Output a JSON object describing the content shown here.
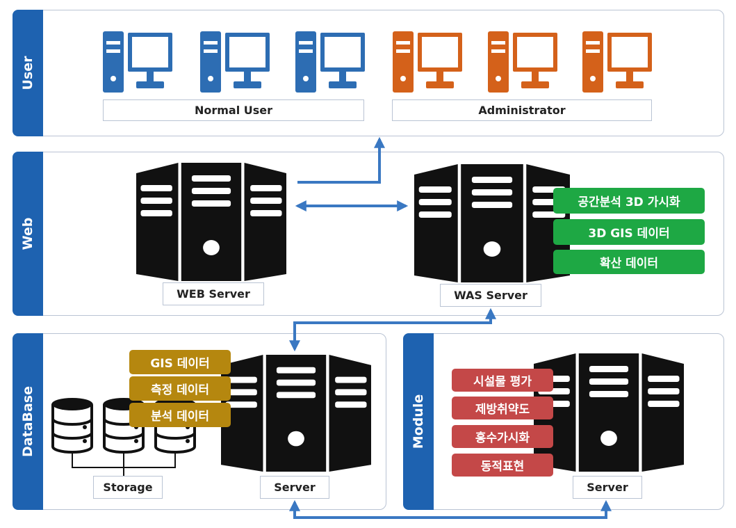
{
  "layers": {
    "user": "User",
    "web": "Web",
    "database": "DataBase",
    "module": "Module"
  },
  "user": {
    "normal_label": "Normal User",
    "admin_label": "Administrator"
  },
  "web": {
    "web_server_label": "WEB Server",
    "was_server_label": "WAS Server",
    "was_tags": [
      "공간분석 3D 가시화",
      "3D GIS 데이터",
      "확산 데이터"
    ]
  },
  "database": {
    "storage_label": "Storage",
    "server_label": "Server",
    "tags": [
      "GIS 데이터",
      "측정 데이터",
      "분석 데이터"
    ]
  },
  "module": {
    "server_label": "Server",
    "tags": [
      "시설물 평가",
      "제방취약도",
      "홍수가시화",
      "동적표현"
    ]
  },
  "colors": {
    "layer_tab": "#1e62b0",
    "normal_user_icon": "#2d6db3",
    "admin_icon": "#d4611a",
    "arrow": "#3a78c2",
    "was_tag": "#1ea844",
    "db_tag": "#b5870f",
    "module_tag": "#c44848"
  }
}
